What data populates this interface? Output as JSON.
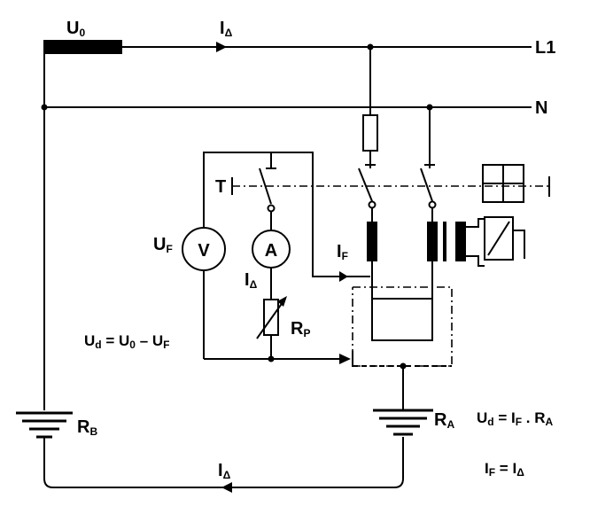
{
  "labels": {
    "u0": {
      "main": "U",
      "sub": "0"
    },
    "i_delta_top": {
      "main": "I",
      "sub": "Δ"
    },
    "l1": "L1",
    "n": "N",
    "t": "T",
    "uf": {
      "main": "U",
      "sub": "F"
    },
    "voltmeter": "V",
    "ammeter": "A",
    "if_mid": {
      "main": "I",
      "sub": "F"
    },
    "i_delta_mid": {
      "main": "I",
      "sub": "Δ"
    },
    "rp": {
      "main": "R",
      "sub": "P"
    },
    "rb": {
      "main": "R",
      "sub": "B"
    },
    "ra": {
      "main": "R",
      "sub": "A"
    },
    "i_delta_bottom": {
      "main": "I",
      "sub": "Δ"
    }
  },
  "equations": {
    "ud": "U  = U  – U",
    "ud_subs": [
      "d",
      "0",
      "F"
    ],
    "ud_ra": "U  = I  . R",
    "ud_ra_subs": [
      "d",
      "F",
      "A"
    ],
    "if_eq": "I  = I",
    "if_eq_subs": [
      "F",
      "Δ"
    ]
  }
}
